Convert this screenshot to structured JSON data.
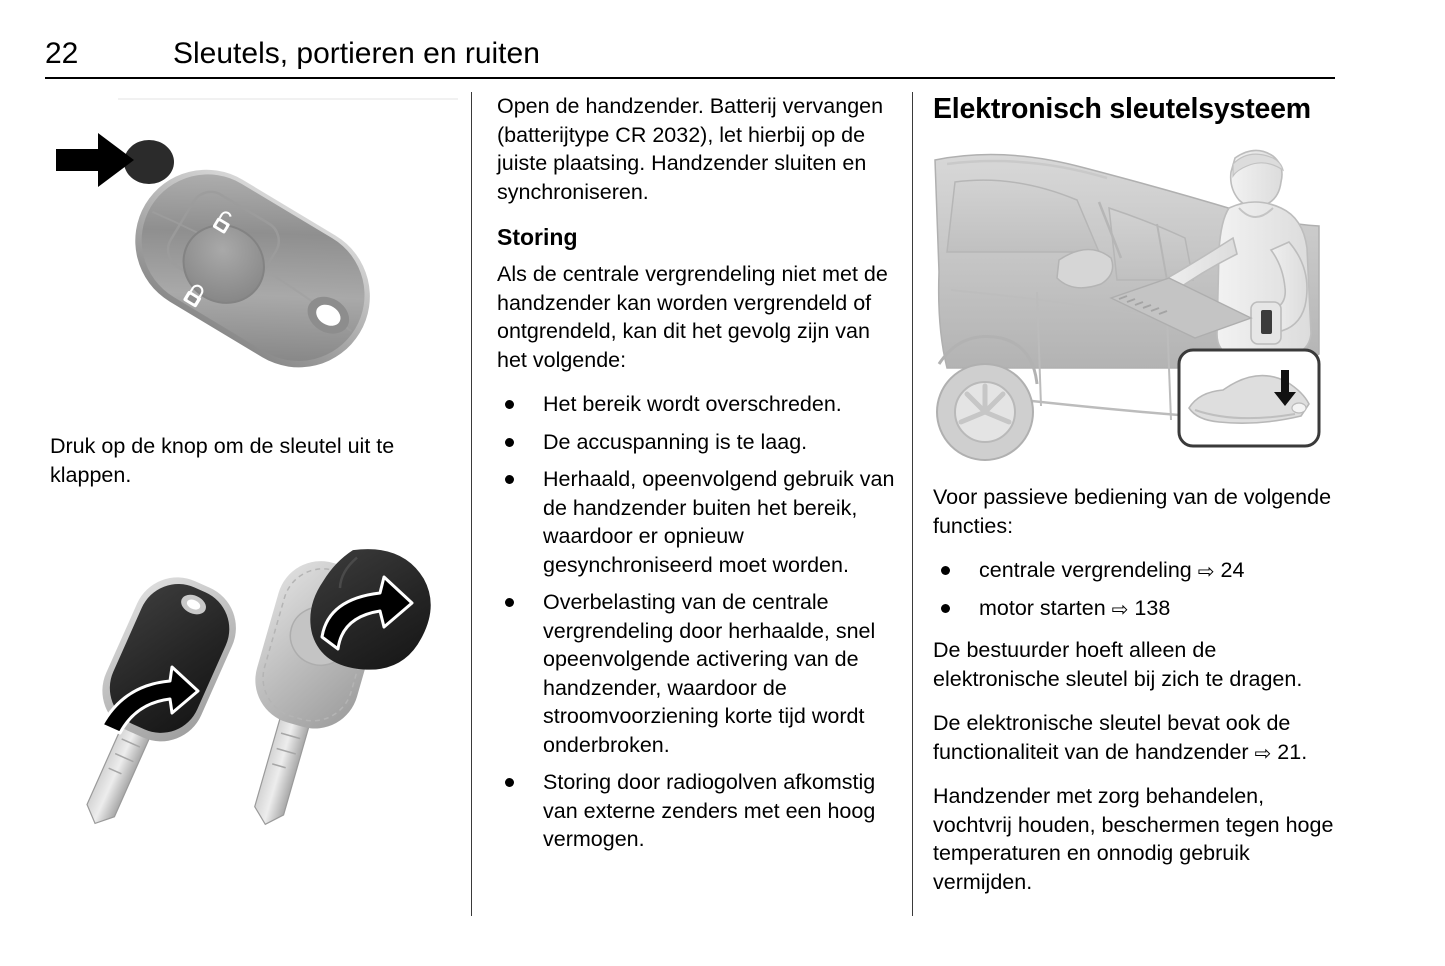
{
  "header": {
    "page_number": "22",
    "title": "Sleutels, portieren en ruiten"
  },
  "left_column": {
    "figure_top": {
      "name": "key-fob-with-release-button",
      "arrow_label": "black-arrow-pointing-to-release-button",
      "symbols": [
        "unlock-symbol",
        "lock-symbol"
      ]
    },
    "caption": "Druk op de knop om de sleutel uit te klappen.",
    "figure_bottom": {
      "name": "key-fob-cover-removal",
      "arrows": [
        "curved-arrow-left",
        "curved-arrow-right"
      ]
    }
  },
  "middle_column": {
    "intro_paragraph": "Open de handzender. Batterij vervangen (batterijtype CR 2032), let hierbij op de juiste plaatsing. Handzender sluiten en synchroniseren.",
    "heading": "Storing",
    "paragraph": "Als de centrale vergrendeling niet met de handzender kan worden vergrendeld of ontgrendeld, kan dit het gevolg zijn van het volgende:",
    "bullets": [
      "Het bereik wordt overschreden.",
      "De accuspanning is te laag.",
      "Herhaald, opeenvolgend gebruik van de handzender buiten het bereik, waardoor er opnieuw gesynchroniseerd moet worden.",
      "Overbelasting van de centrale vergrendeling door herhaalde, snel opeenvolgende activering van de handzender, waardoor de stroomvoorziening korte tijd wordt onderbroken.",
      "Storing door radiogolven afkomstig van externe zenders met een hoog vermogen."
    ]
  },
  "right_column": {
    "heading": "Elektronisch sleutelsysteem",
    "figure": {
      "name": "car-side-view-with-driver-and-electronic-key",
      "inset": "door-handle-detail-inset"
    },
    "intro": "Voor passieve bediening van de volgende functies:",
    "bullets": [
      {
        "label": "centrale vergrendeling",
        "arrow": "⇨",
        "page": "24"
      },
      {
        "label": "motor starten",
        "arrow": "⇨",
        "page": "138"
      }
    ],
    "paragraph_1": "De bestuurder hoeft alleen de elektronische sleutel bij zich te dragen.",
    "paragraph_2_line_a": "De elektronische sleutel bevat ook de functionaliteit van de handzender",
    "paragraph_2_ref_arrow": "⇨",
    "paragraph_2_ref_page": "21.",
    "paragraph_3": "Handzender met zorg behandelen, vochtvrij houden, beschermen tegen hoge temperaturen en onnodig gebruik vermijden."
  },
  "colors": {
    "text": "#000000",
    "rule": "#000000",
    "divider": "#3a3a3a",
    "figure_light_grey": "#c9c9c9",
    "figure_dark": "#2b2b2b"
  }
}
